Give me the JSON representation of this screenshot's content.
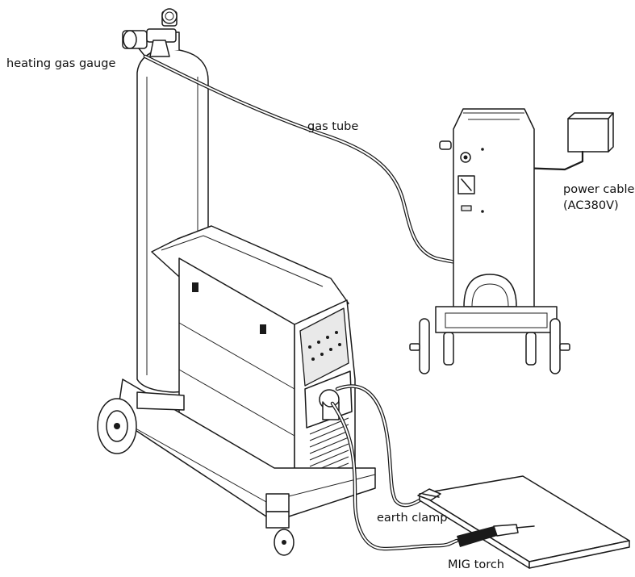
{
  "labels": {
    "heating_gas_gauge": "heating gas gauge",
    "gas_tube": "gas tube",
    "power_cable_line1": "power cable",
    "power_cable_line2": "(AC380V)",
    "earth_clamp": "earth clamp",
    "mig_torch": "MIG torch"
  }
}
